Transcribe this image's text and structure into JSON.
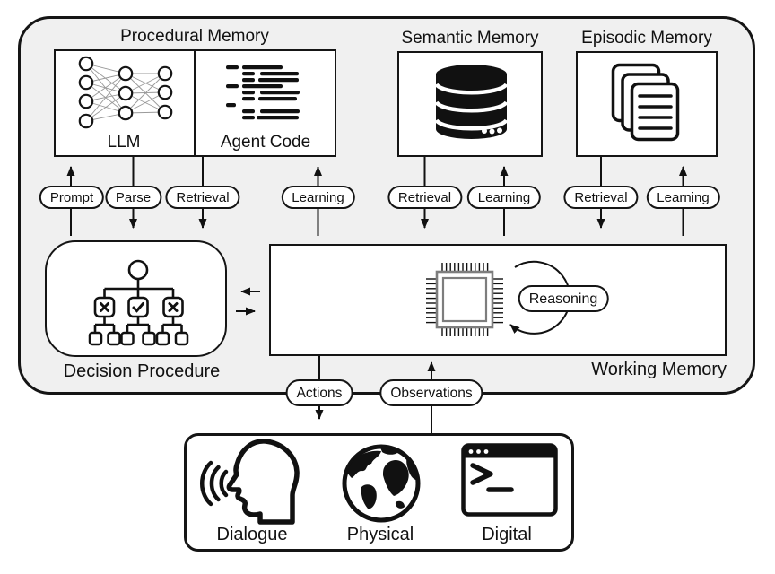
{
  "sections": {
    "procedural": {
      "title": "Procedural Memory",
      "llm_label": "LLM",
      "agent_code_label": "Agent Code"
    },
    "semantic": {
      "title": "Semantic Memory"
    },
    "episodic": {
      "title": "Episodic Memory"
    },
    "decision": {
      "label": "Decision Procedure"
    },
    "working": {
      "label": "Working Memory"
    }
  },
  "pills": {
    "procedural": [
      "Prompt",
      "Parse",
      "Retrieval",
      "Learning"
    ],
    "semantic": [
      "Retrieval",
      "Learning"
    ],
    "episodic": [
      "Retrieval",
      "Learning"
    ],
    "io": [
      "Actions",
      "Observations"
    ],
    "working": [
      "Reasoning"
    ]
  },
  "environment": {
    "labels": [
      "Dialogue",
      "Physical",
      "Digital"
    ]
  },
  "icons": {
    "llm": "neural-network-icon",
    "agent_code": "code-lines-icon",
    "semantic": "database-icon",
    "episodic": "documents-icon",
    "decision": "decision-tree-icon",
    "working": "cpu-chip-icon",
    "reasoning_loop": "loop-arrow-icon",
    "dialogue": "speaking-head-icon",
    "physical": "globe-icon",
    "digital": "terminal-window-icon"
  },
  "colors": {
    "container_bg": "#f0f0f0",
    "panel_bg": "#ffffff",
    "stroke": "#151515",
    "nn_edge": "#999999",
    "chip_frame": "#7d7d7d"
  }
}
